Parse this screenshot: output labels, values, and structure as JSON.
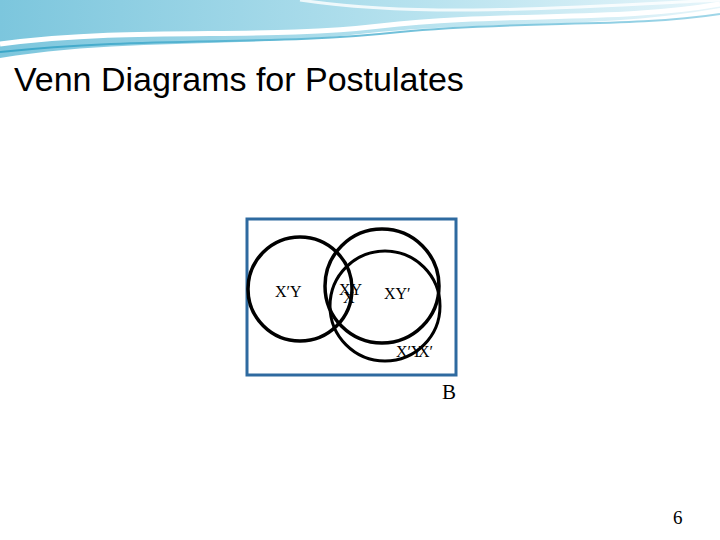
{
  "diagram": {
    "title": "Venn Diagrams for Postulates",
    "labels": [
      "X′Y",
      "XY",
      "X",
      "XY′",
      "X′Y",
      "X′",
      "B",
      "6"
    ]
  }
}
